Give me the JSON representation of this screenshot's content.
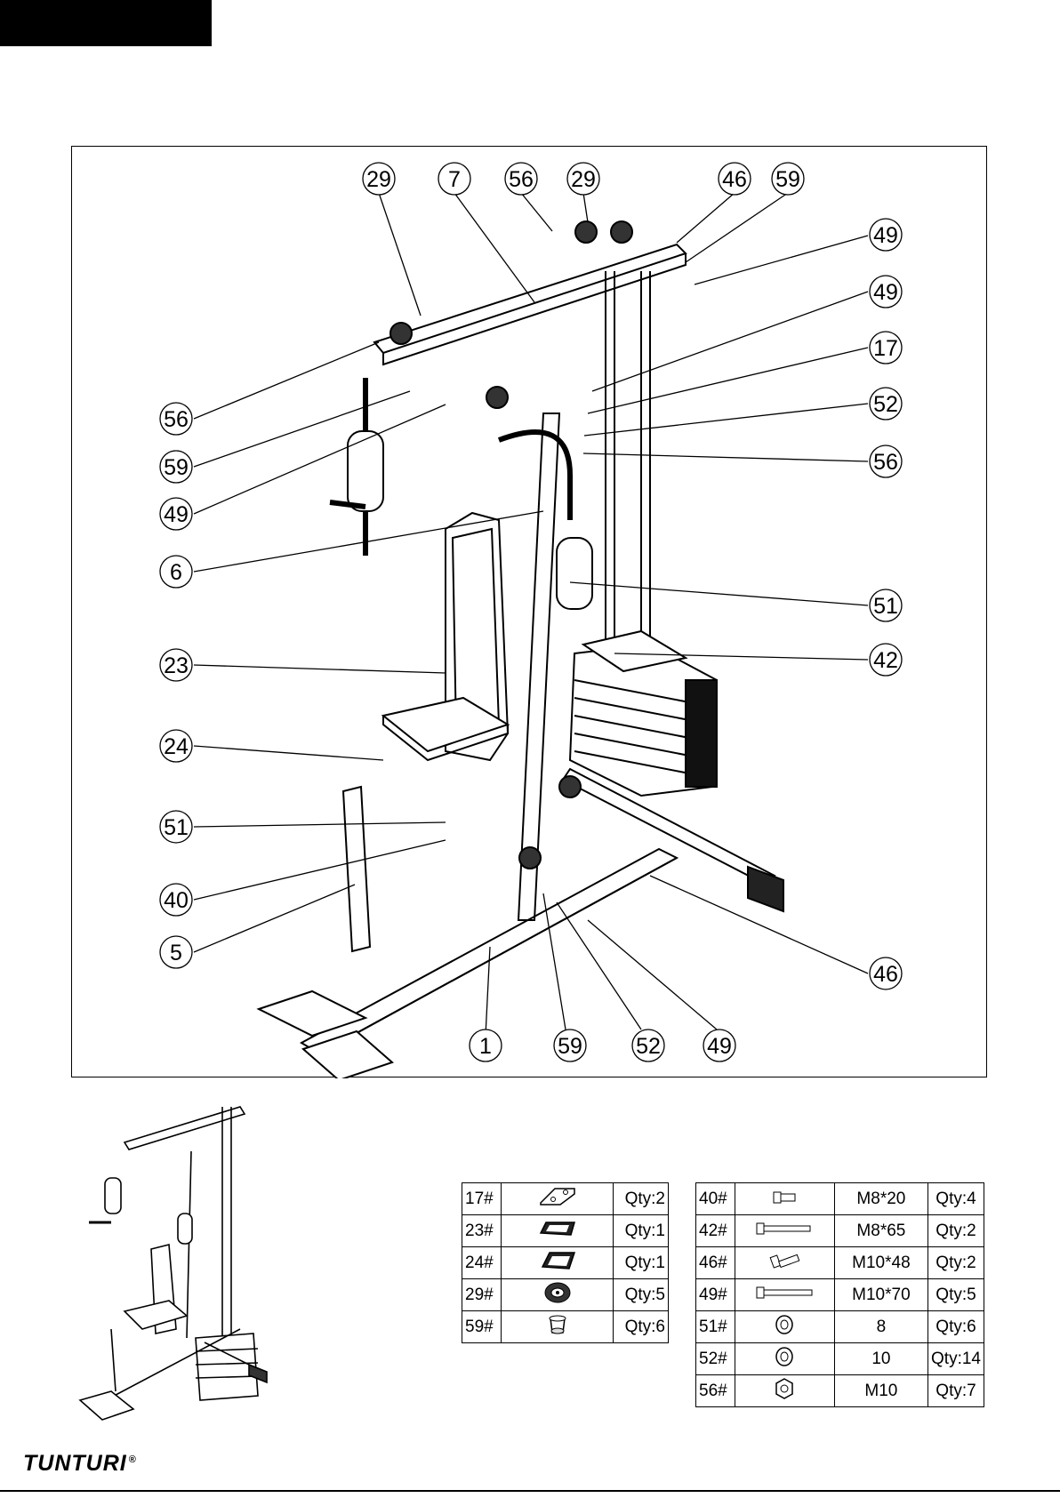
{
  "callouts": {
    "top": [
      "29",
      "7",
      "56",
      "29",
      "46",
      "59"
    ],
    "right": [
      "49",
      "49",
      "17",
      "52",
      "56",
      "51",
      "42",
      "46"
    ],
    "left": [
      "56",
      "59",
      "49",
      "6",
      "23",
      "24",
      "51",
      "40",
      "5"
    ],
    "bottom": [
      "1",
      "59",
      "52",
      "49"
    ]
  },
  "parts_table_left": [
    {
      "code": "17#",
      "icon": "bracket-plate-icon",
      "qty": "Qty:2"
    },
    {
      "code": "23#",
      "icon": "backrest-pad-icon",
      "qty": "Qty:1"
    },
    {
      "code": "24#",
      "icon": "seat-pad-icon",
      "qty": "Qty:1"
    },
    {
      "code": "29#",
      "icon": "pulley-icon",
      "qty": "Qty:5"
    },
    {
      "code": "59#",
      "icon": "bushing-icon",
      "qty": "Qty:6"
    }
  ],
  "parts_table_right": [
    {
      "code": "40#",
      "icon": "short-bolt-icon",
      "size": "M8*20",
      "qty": "Qty:4"
    },
    {
      "code": "42#",
      "icon": "long-bolt-icon",
      "size": "M8*65",
      "qty": "Qty:2"
    },
    {
      "code": "46#",
      "icon": "bolt-icon",
      "size": "M10*48",
      "qty": "Qty:2"
    },
    {
      "code": "49#",
      "icon": "long-bolt-icon",
      "size": "M10*70",
      "qty": "Qty:5"
    },
    {
      "code": "51#",
      "icon": "washer-icon",
      "size": "8",
      "qty": "Qty:6"
    },
    {
      "code": "52#",
      "icon": "washer-icon",
      "size": "10",
      "qty": "Qty:14"
    },
    {
      "code": "56#",
      "icon": "nut-icon",
      "size": "M10",
      "qty": "Qty:7"
    }
  ],
  "brand": {
    "name": "TUNTURI",
    "mark": "®"
  }
}
